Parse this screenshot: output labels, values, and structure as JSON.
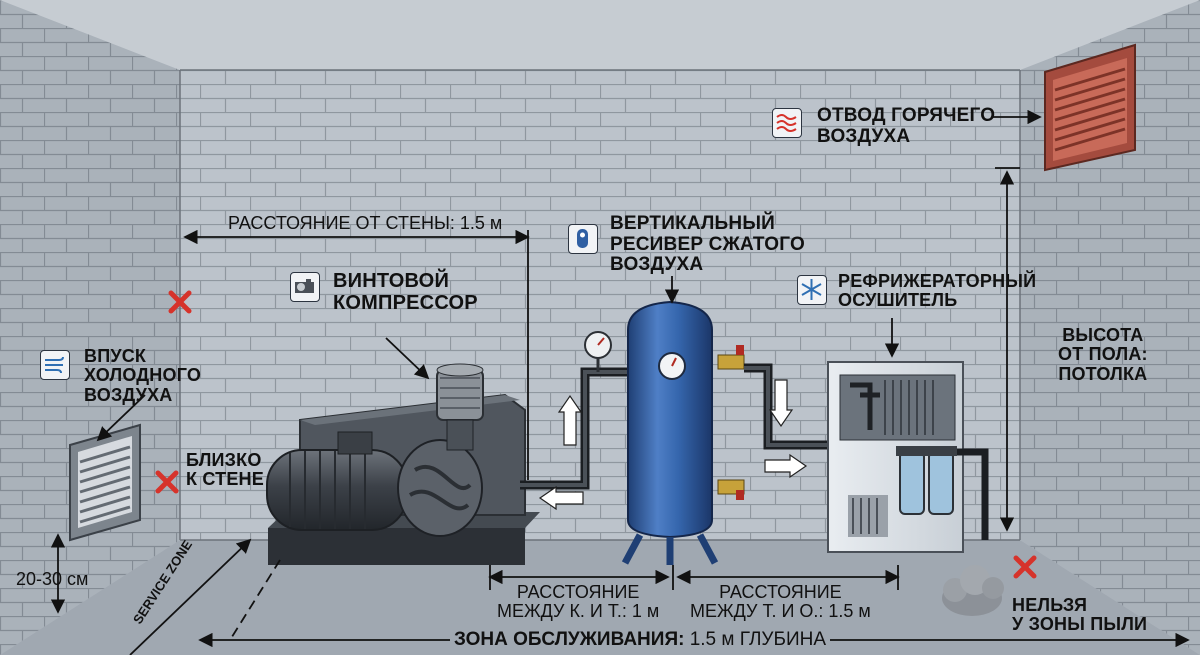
{
  "labels": {
    "wall_distance": "РАССТОЯНИЕ ОТ СТЕНЫ: 1.5 м",
    "compressor": "ВИНТОВОЙ\nКОМПРЕССОР",
    "receiver": "ВЕРТИКАЛЬНЫЙ\nРЕСИВЕР СЖАТОГО\nВОЗДУХА",
    "dryer": "РЕФРИЖЕРАТОРНЫЙ\nОСУШИТЕЛЬ",
    "hot_air": "ОТВОД ГОРЯЧЕГО\nВОЗДУХА",
    "cold_air": "ВПУСК\nХОЛОДНОГО\nВОЗДУХА",
    "close_wall": "БЛИЗКО\nК СТЕНЕ",
    "height": "ВЫСОТА\nОТ ПОЛА:\nПОТОЛКА",
    "floor_gap": "20-30 см",
    "service_zone_tag": "SERVICE ZONE",
    "dist_kt": "РАССТОЯНИЕ\nМЕЖДУ К. И Т.: 1 м",
    "dist_to": "РАССТОЯНИЕ\nМЕЖДУ Т. И О.: 1.5 м",
    "dust": "НЕЛЬЗЯ\nУ ЗОНЫ ПЫЛИ",
    "service_zone_bold": "ЗОНА ОБСЛУЖИВАНИЯ:",
    "service_zone_depth": " 1.5 м ГЛУБИНА"
  },
  "icons": {
    "compressor": "compressor-icon",
    "receiver": "tank-icon",
    "dryer": "snowflake-icon",
    "hot_air": "heat-waves-icon",
    "cold_air": "wind-icon",
    "forbidden": "red-cross-icon"
  },
  "colors": {
    "wall": "#b7bec6",
    "mortar": "#8c949d",
    "receiver": "#2f5fa3",
    "hot_vent": "#b5584a",
    "forbidden": "#d6332b",
    "machine": "#3e4248"
  }
}
